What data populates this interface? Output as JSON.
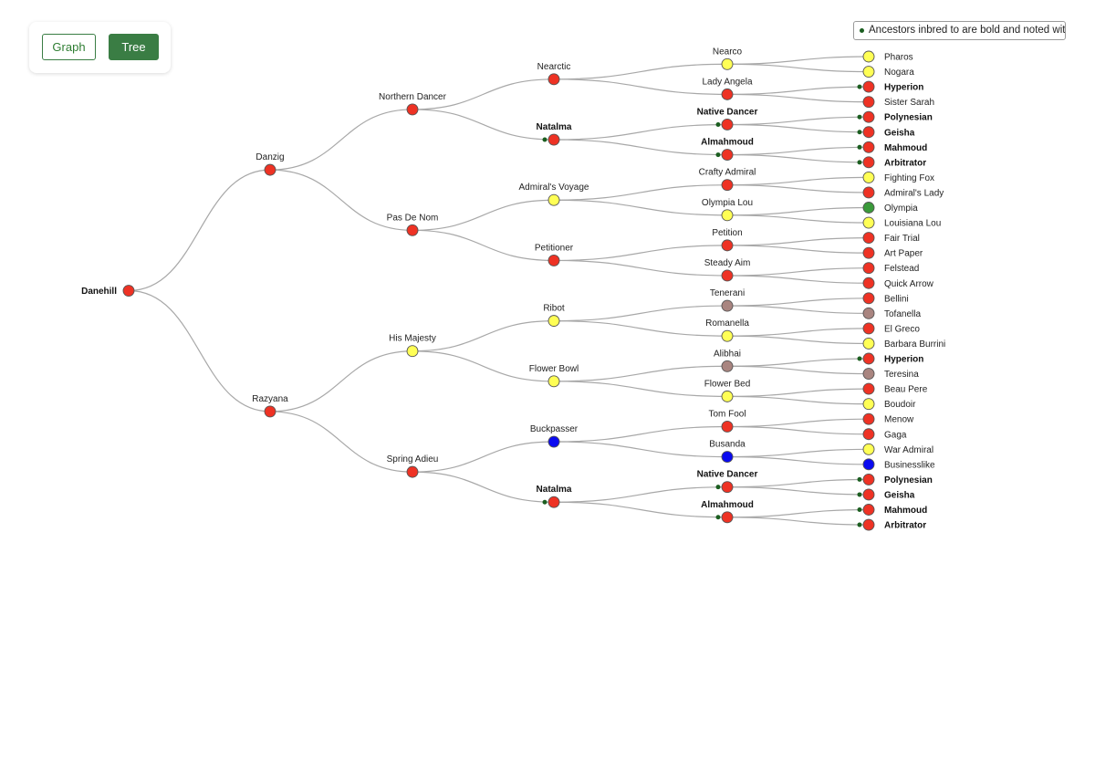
{
  "toggle": {
    "graph_label": "Graph",
    "tree_label": "Tree",
    "active": "Tree"
  },
  "legend": {
    "text": "Ancestors inbred to are bold and noted with this"
  },
  "colors": {
    "red": "#ee3224",
    "yellow": "#ffff55",
    "green": "#3a9a3a",
    "blue": "#0a0af0",
    "brown": "#a98580",
    "dot": "#1b5e20",
    "link": "#a8a8a8"
  },
  "pedigree": {
    "name": "Danehill",
    "color": "red",
    "bold": true,
    "children": [
      {
        "name": "Danzig",
        "color": "red",
        "children": [
          {
            "name": "Northern Dancer",
            "color": "red",
            "children": [
              {
                "name": "Nearctic",
                "color": "red",
                "children": [
                  {
                    "name": "Nearco",
                    "color": "yellow",
                    "children": [
                      {
                        "name": "Pharos",
                        "color": "yellow"
                      },
                      {
                        "name": "Nogara",
                        "color": "yellow"
                      }
                    ]
                  },
                  {
                    "name": "Lady Angela",
                    "color": "red",
                    "children": [
                      {
                        "name": "Hyperion",
                        "color": "red",
                        "bold": true,
                        "inbred": true
                      },
                      {
                        "name": "Sister Sarah",
                        "color": "red"
                      }
                    ]
                  }
                ]
              },
              {
                "name": "Natalma",
                "color": "red",
                "bold": true,
                "inbred": true,
                "children": [
                  {
                    "name": "Native Dancer",
                    "color": "red",
                    "bold": true,
                    "inbred": true,
                    "children": [
                      {
                        "name": "Polynesian",
                        "color": "red",
                        "bold": true,
                        "inbred": true
                      },
                      {
                        "name": "Geisha",
                        "color": "red",
                        "bold": true,
                        "inbred": true
                      }
                    ]
                  },
                  {
                    "name": "Almahmoud",
                    "color": "red",
                    "bold": true,
                    "inbred": true,
                    "children": [
                      {
                        "name": "Mahmoud",
                        "color": "red",
                        "bold": true,
                        "inbred": true
                      },
                      {
                        "name": "Arbitrator",
                        "color": "red",
                        "bold": true,
                        "inbred": true
                      }
                    ]
                  }
                ]
              }
            ]
          },
          {
            "name": "Pas De Nom",
            "color": "red",
            "children": [
              {
                "name": "Admiral's Voyage",
                "color": "yellow",
                "children": [
                  {
                    "name": "Crafty Admiral",
                    "color": "red",
                    "children": [
                      {
                        "name": "Fighting Fox",
                        "color": "yellow"
                      },
                      {
                        "name": "Admiral's Lady",
                        "color": "red"
                      }
                    ]
                  },
                  {
                    "name": "Olympia Lou",
                    "color": "yellow",
                    "children": [
                      {
                        "name": "Olympia",
                        "color": "green"
                      },
                      {
                        "name": "Louisiana Lou",
                        "color": "yellow"
                      }
                    ]
                  }
                ]
              },
              {
                "name": "Petitioner",
                "color": "red",
                "children": [
                  {
                    "name": "Petition",
                    "color": "red",
                    "children": [
                      {
                        "name": "Fair Trial",
                        "color": "red"
                      },
                      {
                        "name": "Art Paper",
                        "color": "red"
                      }
                    ]
                  },
                  {
                    "name": "Steady Aim",
                    "color": "red",
                    "children": [
                      {
                        "name": "Felstead",
                        "color": "red"
                      },
                      {
                        "name": "Quick Arrow",
                        "color": "red"
                      }
                    ]
                  }
                ]
              }
            ]
          }
        ]
      },
      {
        "name": "Razyana",
        "color": "red",
        "children": [
          {
            "name": "His Majesty",
            "color": "yellow",
            "children": [
              {
                "name": "Ribot",
                "color": "yellow",
                "children": [
                  {
                    "name": "Tenerani",
                    "color": "brown",
                    "children": [
                      {
                        "name": "Bellini",
                        "color": "red"
                      },
                      {
                        "name": "Tofanella",
                        "color": "brown"
                      }
                    ]
                  },
                  {
                    "name": "Romanella",
                    "color": "yellow",
                    "children": [
                      {
                        "name": "El Greco",
                        "color": "red"
                      },
                      {
                        "name": "Barbara Burrini",
                        "color": "yellow"
                      }
                    ]
                  }
                ]
              },
              {
                "name": "Flower Bowl",
                "color": "yellow",
                "children": [
                  {
                    "name": "Alibhai",
                    "color": "brown",
                    "children": [
                      {
                        "name": "Hyperion",
                        "color": "red",
                        "bold": true,
                        "inbred": true
                      },
                      {
                        "name": "Teresina",
                        "color": "brown"
                      }
                    ]
                  },
                  {
                    "name": "Flower Bed",
                    "color": "yellow",
                    "children": [
                      {
                        "name": "Beau Pere",
                        "color": "red"
                      },
                      {
                        "name": "Boudoir",
                        "color": "yellow"
                      }
                    ]
                  }
                ]
              }
            ]
          },
          {
            "name": "Spring Adieu",
            "color": "red",
            "children": [
              {
                "name": "Buckpasser",
                "color": "blue",
                "children": [
                  {
                    "name": "Tom Fool",
                    "color": "red",
                    "children": [
                      {
                        "name": "Menow",
                        "color": "red"
                      },
                      {
                        "name": "Gaga",
                        "color": "red"
                      }
                    ]
                  },
                  {
                    "name": "Busanda",
                    "color": "blue",
                    "children": [
                      {
                        "name": "War Admiral",
                        "color": "yellow"
                      },
                      {
                        "name": "Businesslike",
                        "color": "blue"
                      }
                    ]
                  }
                ]
              },
              {
                "name": "Natalma",
                "color": "red",
                "bold": true,
                "inbred": true,
                "children": [
                  {
                    "name": "Native Dancer",
                    "color": "red",
                    "bold": true,
                    "inbred": true,
                    "children": [
                      {
                        "name": "Polynesian",
                        "color": "red",
                        "bold": true,
                        "inbred": true
                      },
                      {
                        "name": "Geisha",
                        "color": "red",
                        "bold": true,
                        "inbred": true
                      }
                    ]
                  },
                  {
                    "name": "Almahmoud",
                    "color": "red",
                    "bold": true,
                    "inbred": true,
                    "children": [
                      {
                        "name": "Mahmoud",
                        "color": "red",
                        "bold": true,
                        "inbred": true
                      },
                      {
                        "name": "Arbitrator",
                        "color": "red",
                        "bold": true,
                        "inbred": true
                      }
                    ]
                  }
                ]
              }
            ]
          }
        ]
      }
    ]
  }
}
